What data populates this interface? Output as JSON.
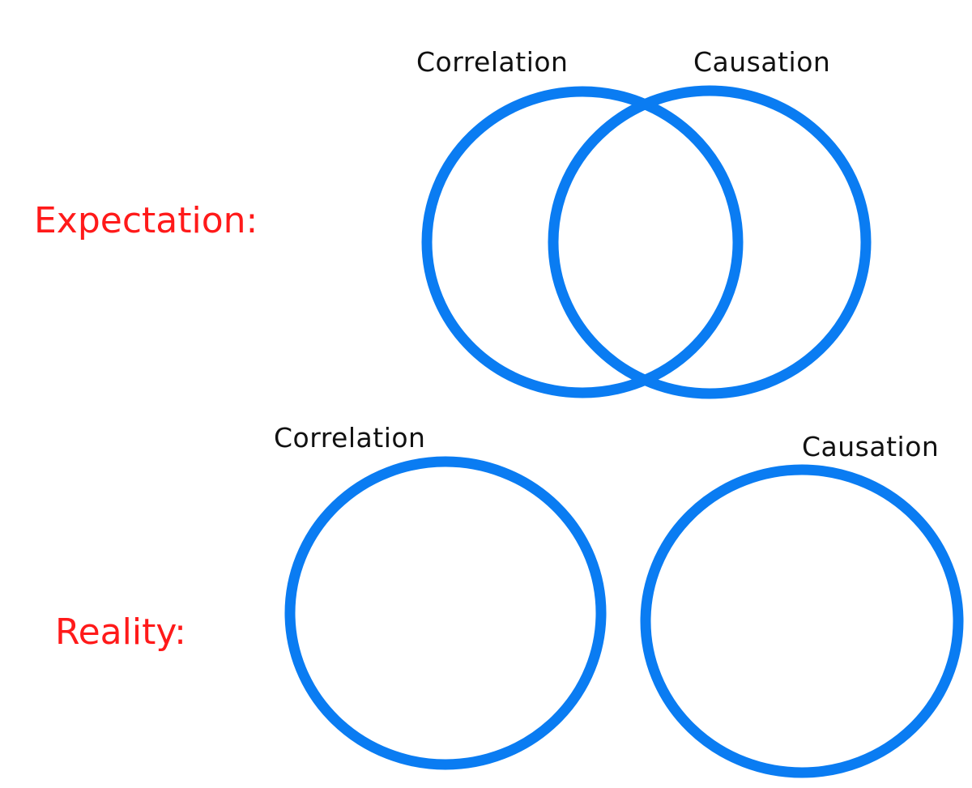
{
  "colors": {
    "circle_stroke": "#0a7cf2",
    "section_label": "#ff1a1a",
    "circle_label": "#111111",
    "background": "#ffffff"
  },
  "expectation": {
    "label": "Expectation:",
    "left_circle_label": "Correlation",
    "right_circle_label": "Causation"
  },
  "reality": {
    "label": "Reality:",
    "left_circle_label": "Correlation",
    "right_circle_label": "Causation"
  }
}
